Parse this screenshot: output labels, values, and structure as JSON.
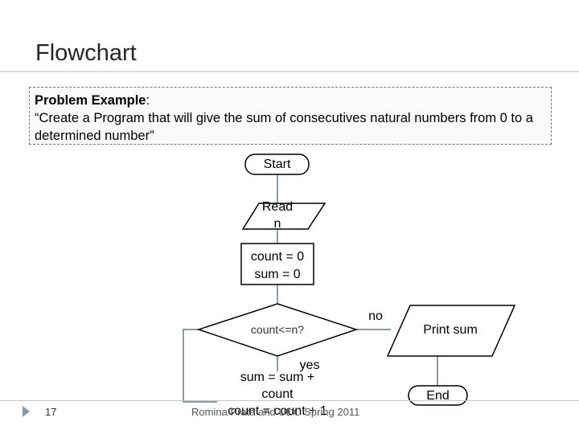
{
  "slide": {
    "title": "Flowchart",
    "problem_label": "Problem Example",
    "problem_colon": ":",
    "problem_text": "“Create a Program that will give the sum of consecutives natural numbers from 0 to a determined number”"
  },
  "flowchart": {
    "start": "Start",
    "read_line1": "Read",
    "read_line2": "n",
    "init_line1": "count = 0",
    "init_line2": "sum = 0",
    "decision": "count<=n?",
    "no_label": "no",
    "yes_label": "yes",
    "process_line1": "sum = sum +",
    "process_line2": "count",
    "process_line3": "count = count + 1",
    "output": "Print sum",
    "end": "End"
  },
  "footer": {
    "slide_number": "17",
    "text": "Romina Prata and UDC Spring 2011"
  },
  "colors": {
    "line": "#8c9aa6",
    "shape_stroke": "#000000"
  }
}
